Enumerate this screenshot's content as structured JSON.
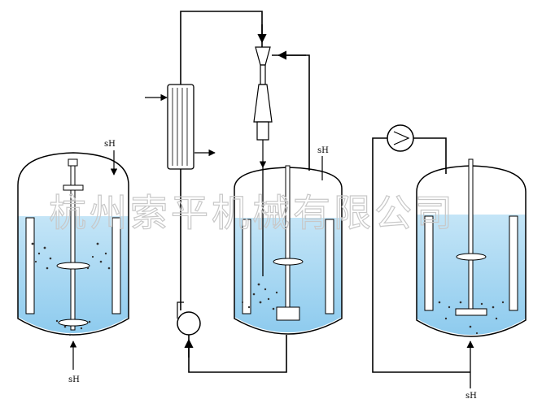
{
  "labels": {
    "tank1_top_gas": "sH",
    "tank1_bottom_gas": "sH",
    "tank2_top_gas": "sH",
    "tank3_bottom_gas": "sH"
  },
  "watermark": "杭州索平机械有限公司",
  "colors": {
    "liquid": "#b3dcf3",
    "liquid_deep": "#8ecbee",
    "line": "#000000",
    "watermark": "#c8c8c8"
  },
  "components": {
    "tanks": 3,
    "heat_exchanger": 1,
    "ejector": 1,
    "pumps": 2
  }
}
